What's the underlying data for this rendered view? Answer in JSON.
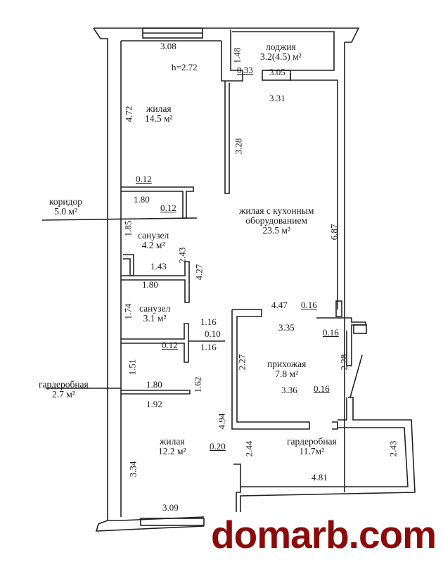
{
  "rooms": {
    "living1": {
      "name": "жилая",
      "area": "14.5 м²"
    },
    "loggia": {
      "name": "лоджия",
      "area": "3.2(4.5) м²"
    },
    "corridor": {
      "name": "коридор",
      "area": "5.0 м²"
    },
    "kitchen_living": {
      "name1": "жилая с кухонным",
      "name2": "оборудованием",
      "area": "23.5 м²"
    },
    "bath1": {
      "name": "санузел",
      "area": "4.2 м²"
    },
    "bath2": {
      "name": "санузел",
      "area": "3.1 м²"
    },
    "hall": {
      "name": "прихожая",
      "area": "7.8 м²"
    },
    "wardrobe_small": {
      "name": "гардеробная",
      "area": "2.7 м²"
    },
    "living2": {
      "name": "жилая",
      "area": "12.2 м²"
    },
    "wardrobe_big": {
      "name": "гардеробная",
      "area": "11.7м²"
    }
  },
  "ceiling_height": "h=2.72",
  "dimensions": {
    "d308": "3.08",
    "d148": "1.48",
    "d033": "0.33",
    "d305": "3.05",
    "d331": "3.31",
    "d472": "4.72",
    "d328": "3.28",
    "d012a": "0.12",
    "d180a": "1.80",
    "d012b": "0.12",
    "d687": "6.87",
    "d185": "1.85",
    "d243": "2.43",
    "d143": "1.43",
    "d427": "4.27",
    "d180b": "1.80",
    "d174": "1.74",
    "d116a": "1.16",
    "d010": "0.10",
    "d012c": "0.12",
    "d116b": "1.16",
    "d447": "4.47",
    "d016a": "0.16",
    "d335": "3.35",
    "d016b": "0.16",
    "d227": "2.27",
    "d228": "2.28",
    "d151": "1.51",
    "d162": "1.62",
    "d180c": "1.80",
    "d336": "3.36",
    "d016c": "0.16",
    "d192": "1.92",
    "d494": "4.94",
    "d020": "0.20",
    "d244": "2.44",
    "d243b": "2.43",
    "d481": "4.81",
    "d334": "3.34",
    "d309": "3.09"
  },
  "watermark": "domarb.com"
}
